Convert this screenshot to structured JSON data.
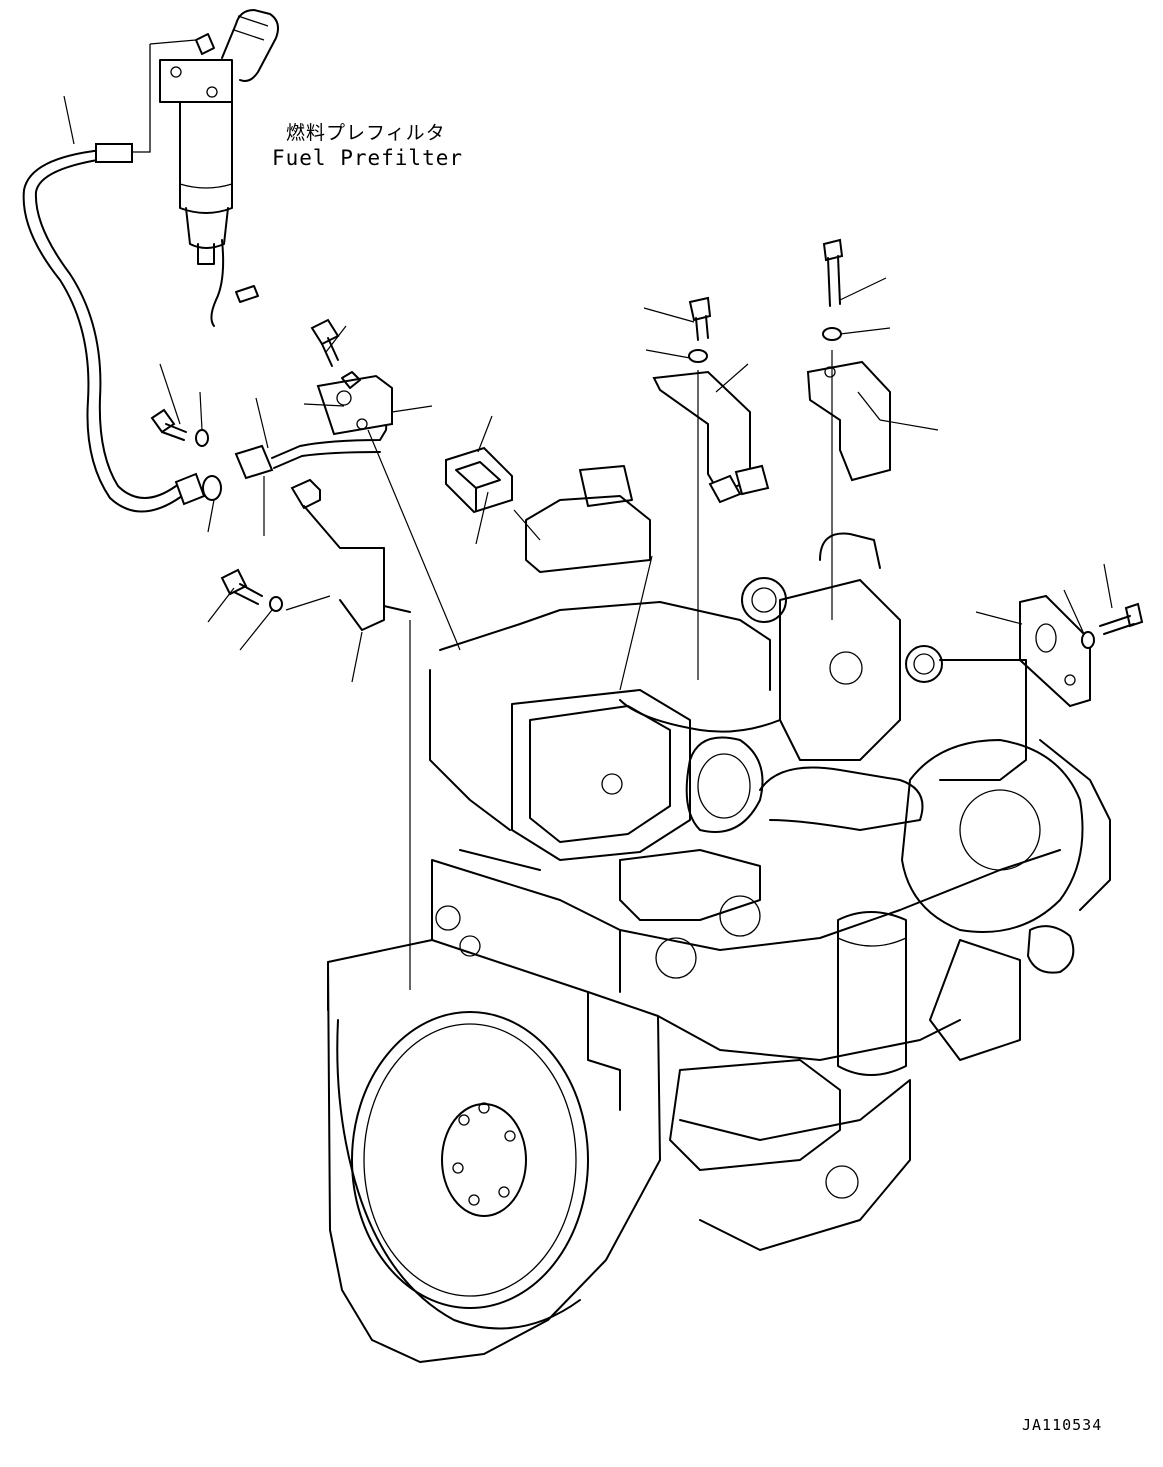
{
  "diagram": {
    "callout_jp": "燃料プレフィルタ",
    "callout_en": "Fuel Prefilter",
    "drawing_id": "JA110534"
  },
  "icons": {
    "prefilter": "fuel-prefilter-icon",
    "hose": "fuel-hose-icon",
    "engine": "engine-assembly-icon",
    "bolt": "bolt-icon",
    "washer": "washer-icon",
    "bracket": "bracket-icon",
    "clamp": "clamp-icon",
    "flywheel": "flywheel-icon",
    "alternator": "alternator-icon",
    "oil_filter": "oil-filter-icon"
  }
}
